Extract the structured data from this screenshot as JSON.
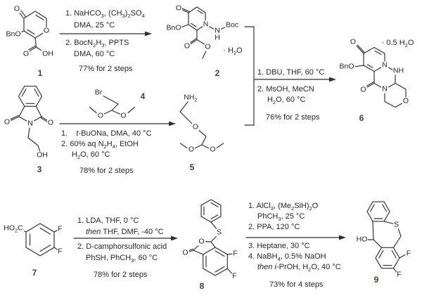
{
  "figure_type": "multi-step organic reaction scheme",
  "colors": {
    "background": "#ffffff",
    "bond": "#2e2e2e",
    "ink": "#262626",
    "number": "#453d3a"
  },
  "compounds": {
    "c1": {
      "number": "1",
      "atoms": {
        "ketone_o": "O",
        "obn": "BnO",
        "ring_o": "O",
        "acid_o": "O",
        "acid_oh": "OH"
      }
    },
    "c2": {
      "number": "2",
      "hydrate": "&#183; H<sub>2</sub>O",
      "atoms": {
        "ketone_o": "O",
        "obn": "BnO",
        "ring_n": "N",
        "hydrazide_n": "N",
        "hydrazide_h": "H",
        "boc": "Boc",
        "ester_dbl_o": "O",
        "ester_o": "O"
      }
    },
    "c3": {
      "number": "3",
      "atoms": {
        "left_o": "O",
        "ring_n": "N",
        "right_o": "O",
        "oh": "OH"
      }
    },
    "c4": {
      "number": "4",
      "atoms": {
        "br": "Br",
        "left_o": "O",
        "right_o": "O"
      }
    },
    "c5": {
      "number": "5",
      "atoms": {
        "nh2": "NH<sub>2</sub>",
        "ether_o": "O",
        "left_o": "O",
        "right_o": "O"
      }
    },
    "c6": {
      "number": "6",
      "hydrate": "&#183; 0.5 H<sub>2</sub>O",
      "atoms": {
        "ketone_o": "O",
        "obn": "BnO",
        "ring_n1": "N",
        "nh": "NH",
        "amide_o": "O",
        "ring_n3": "N",
        "morpholine_o": "O"
      }
    },
    "c7": {
      "number": "7",
      "atoms": {
        "acid": "HO<sub>2</sub>C",
        "f_top": "F",
        "f_bottom": "F"
      }
    },
    "c8": {
      "number": "8",
      "atoms": {
        "s": "S",
        "lactone_o": "O",
        "carbonyl_o": "O",
        "f_top": "F",
        "f_bottom": "F"
      }
    },
    "c9": {
      "number": "9",
      "atoms": {
        "ho": "HO",
        "s": "S",
        "f_top": "F",
        "f_bottom": "F"
      }
    }
  },
  "steps": {
    "s1": {
      "above": [
        "1. NaHCO<sub>3</sub>, (CH<sub>3</sub>)<sub>2</sub>SO<sub>4</sub>",
        "DMA, 25 °C"
      ],
      "below": [
        "2. BocN<sub>2</sub>H<sub>3</sub>, PPTS",
        "DMA, 60 °C"
      ],
      "yield": "77% for 2 steps"
    },
    "s2": {
      "above": [
        "1. DBU, THF, 60 °C"
      ],
      "below": [
        "2. MsOH, MeCN",
        "H<sub>2</sub>O, 60 °C"
      ],
      "yield": "76% for 2 steps"
    },
    "s3": {
      "below": [
        "1.&nbsp;&nbsp;&nbsp;&nbsp;<i>t</i>-BuONa, DMA, 40 °C",
        "2. 60% aq N<sub>2</sub>H<sub>4</sub>, EtOH",
        "H<sub>2</sub>O, 60 °C"
      ],
      "yield": "78% for 2 steps"
    },
    "s4": {
      "above": [
        "1. LDA, THF, 0 °C",
        "<i>then</i> THF, DMF, -40 °C"
      ],
      "below": [
        "2. D-camphorsulfonic acid",
        "PhSH, PhCH<sub>3</sub>, 60 °C"
      ],
      "yield": "78% for 2 steps"
    },
    "s5": {
      "above": [
        "1. AlCl<sub>3</sub>, (Me<sub>2</sub>SiH)<sub>2</sub>O",
        "PhCH<sub>3</sub>, 25 °C",
        "2. PPA, 120 °C"
      ],
      "below": [
        "3. Heptane, 30 °C",
        "4. NaBH<sub>4</sub>, 0.5% NaOH",
        "<i>then</i> <i>i</i>-PrOH, H<sub>2</sub>O, 40 °C"
      ],
      "yield": "73% for 4 steps"
    }
  }
}
